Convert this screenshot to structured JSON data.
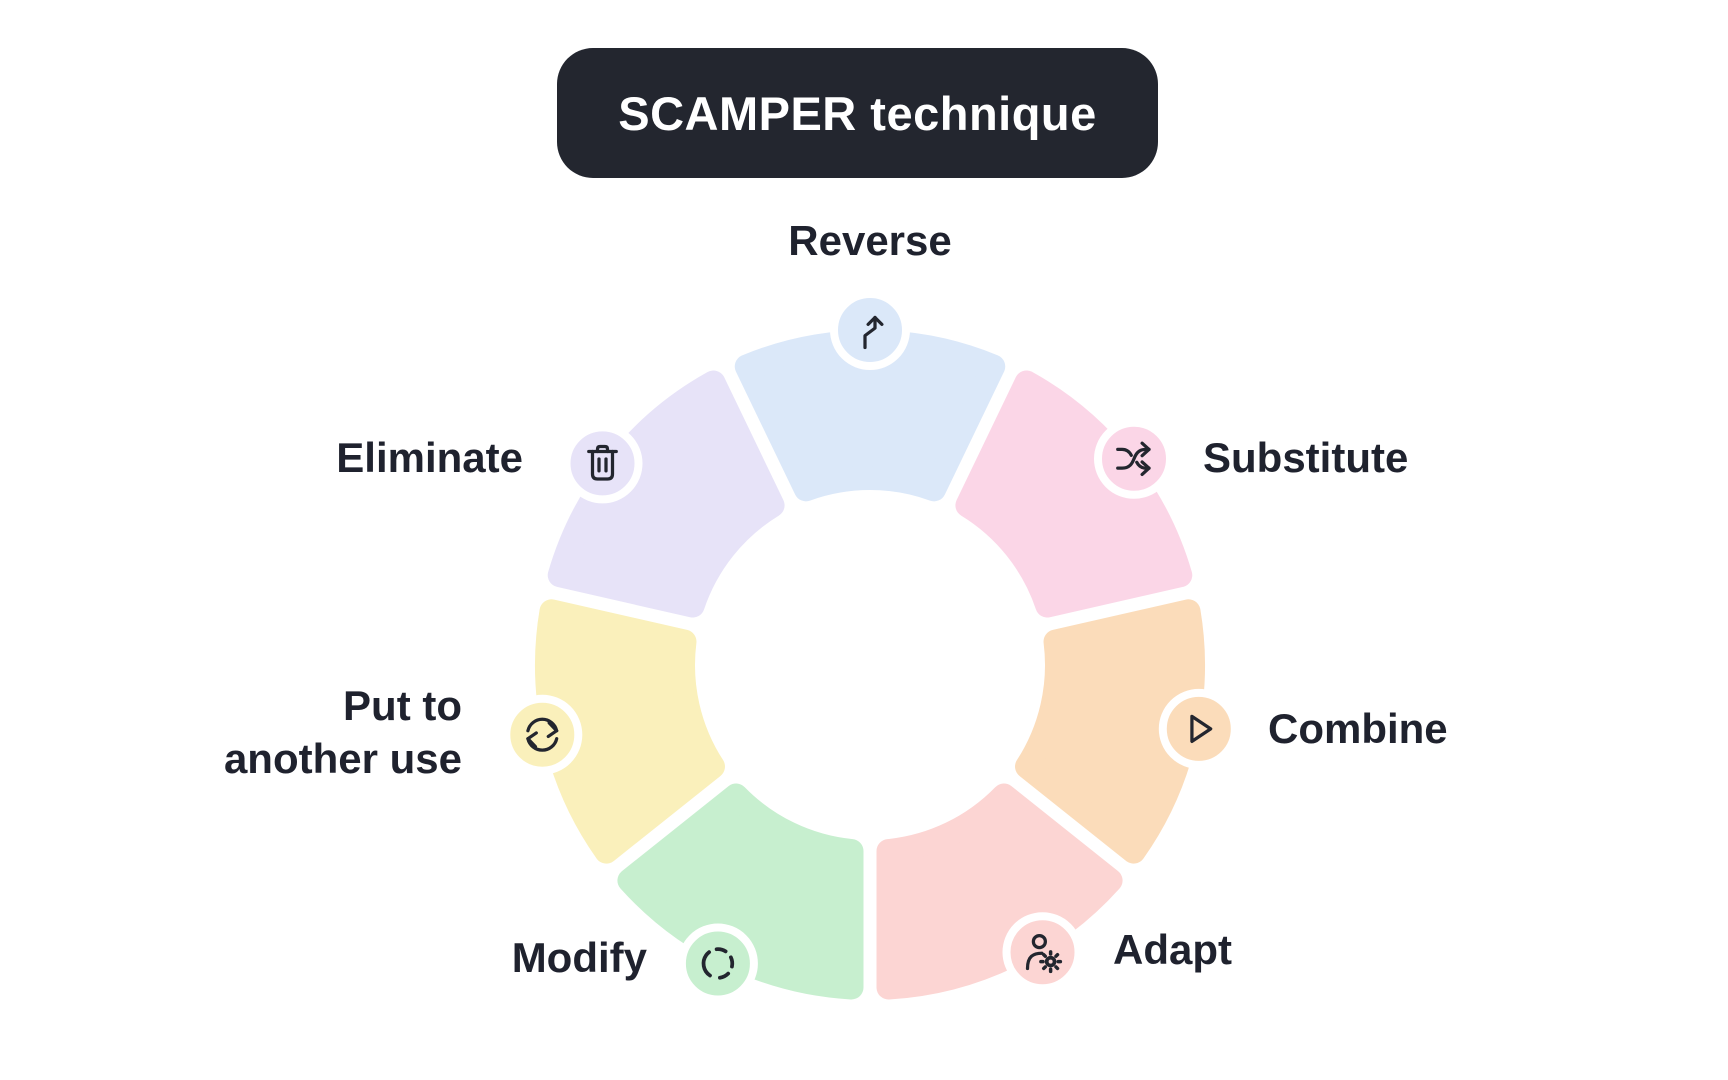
{
  "title": "SCAMPER technique",
  "colors": {
    "background": "#ffffff",
    "ink": "#23262f",
    "label_text": "#1f222e",
    "title_text": "#ffffff",
    "title_background": "#23262f"
  },
  "wheel": {
    "segments": [
      {
        "label": "Reverse",
        "color": "#dbe8f9",
        "icon": "route-up-arrow-icon"
      },
      {
        "label": "Substitute",
        "color": "#fbd6e7",
        "icon": "shuffle-icon"
      },
      {
        "label": "Combine",
        "color": "#fbdcba",
        "icon": "play-triangle-icon"
      },
      {
        "label": "Adapt",
        "color": "#fcd5d3",
        "icon": "user-gear-icon"
      },
      {
        "label": "Modify",
        "color": "#c7efcf",
        "icon": "dashed-circle-icon"
      },
      {
        "label": "Put to another use",
        "color": "#faf0bb",
        "icon": "sync-arrows-icon"
      },
      {
        "label": "Eliminate",
        "color": "#e7e3f8",
        "icon": "trash-icon"
      }
    ]
  }
}
